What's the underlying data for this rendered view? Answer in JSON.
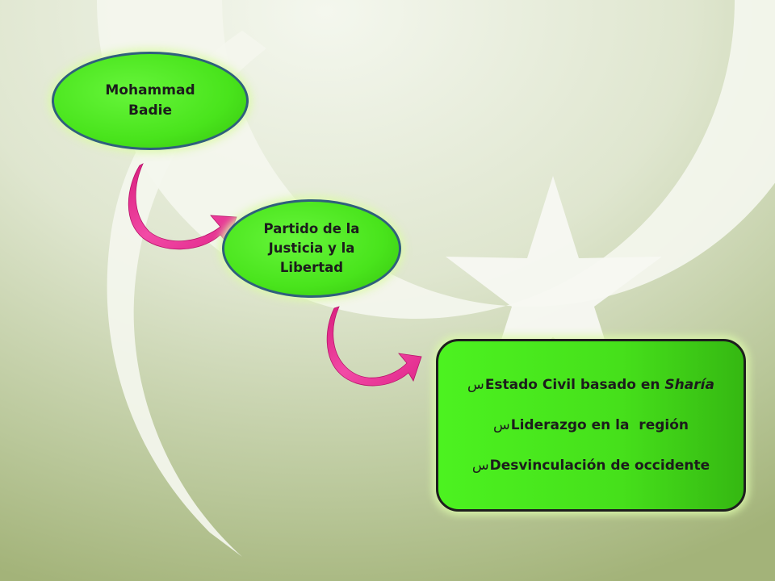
{
  "nodes": {
    "leader": {
      "line1": "Mohammad",
      "line2": "Badie"
    },
    "party": {
      "line1": "Partido de la",
      "line2": "Justicia y la",
      "line3": "Libertad"
    },
    "goals": [
      {
        "bullet": "س",
        "text": "Estado Civil basado en ",
        "emphasis": "Sharía"
      },
      {
        "bullet": "س",
        "text": "Liderazgo en la  región",
        "emphasis": ""
      },
      {
        "bullet": "س",
        "text": "Desvinculación de occidente",
        "emphasis": ""
      }
    ]
  },
  "colors": {
    "node_fill": "#49e41c",
    "node_border": "#2f5f7c",
    "arrow": "#ee3a9a",
    "background_top": "#f2f5ec",
    "background_bottom": "#9fb074"
  }
}
